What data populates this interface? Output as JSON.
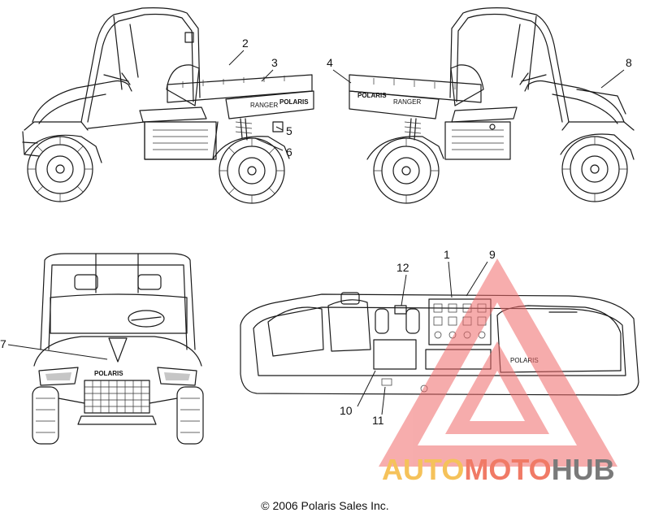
{
  "callouts": {
    "c1": "1",
    "c2": "2",
    "c3": "3",
    "c4": "4",
    "c5": "5",
    "c6": "6",
    "c7": "7",
    "c8": "8",
    "c9": "9",
    "c10": "10",
    "c11": "11",
    "c12": "12"
  },
  "decals": {
    "ranger_left": "RANGER",
    "ranger_right": "RANGER",
    "polaris_bed_left": "POLARIS",
    "polaris_bed_right": "POLARIS",
    "polaris_hood": "POLARIS",
    "polaris_dash": "POLARIS"
  },
  "watermark": {
    "part1": "AUTO",
    "part2": "MOTO",
    "part3": "HUB",
    "color_auto": "#f5c25a",
    "color_moto": "#f07a66",
    "color_hub": "#7a7a7a",
    "logo_color": "#f06a6a"
  },
  "copyright": "© 2006 Polaris Sales Inc."
}
